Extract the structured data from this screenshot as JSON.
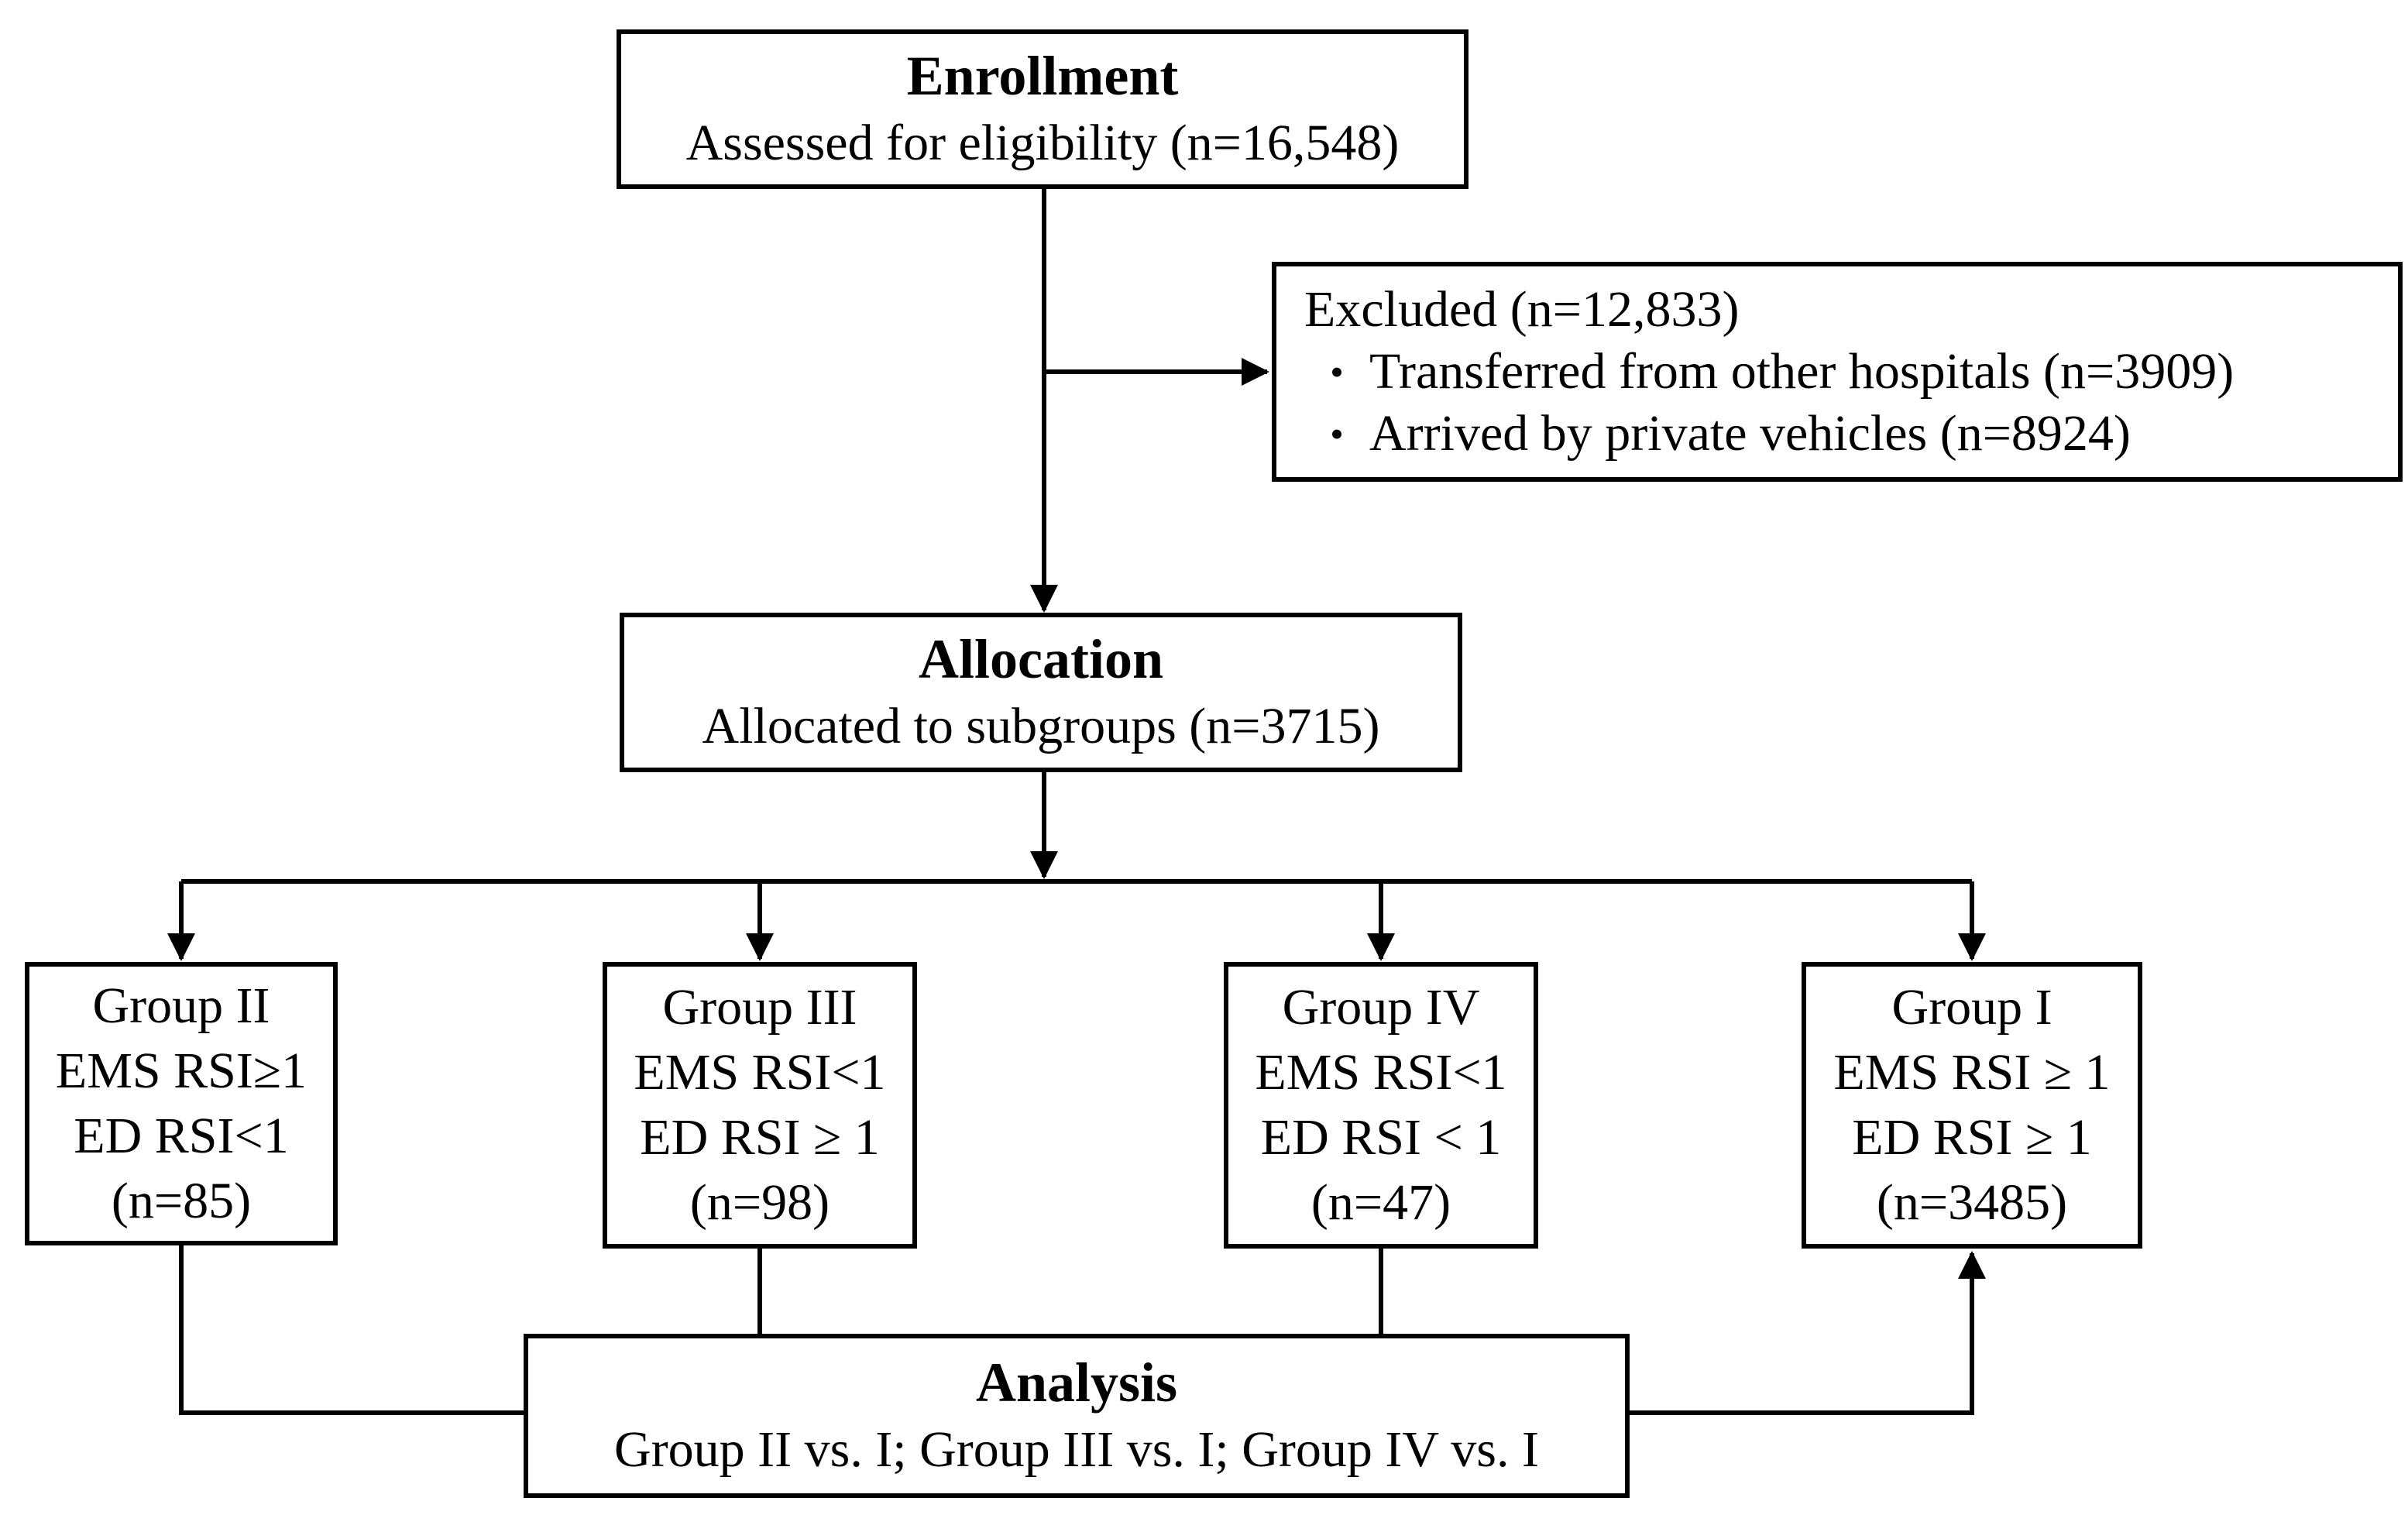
{
  "enrollment": {
    "title": "Enrollment",
    "text": "Assessed for eligibility (n=16,548)"
  },
  "excluded": {
    "title": "Excluded (n=12,833)",
    "items": [
      "Transferred from other hospitals (n=3909)",
      "Arrived by private vehicles (n=8924)"
    ]
  },
  "allocation": {
    "title": "Allocation",
    "text": "Allocated to subgroups (n=3715)"
  },
  "groups": [
    {
      "name": "Group II",
      "ems": "EMS RSI≥1",
      "ed": "ED RSI<1",
      "n": "(n=85)"
    },
    {
      "name": "Group III",
      "ems": "EMS RSI<1",
      "ed": "ED RSI ≥ 1",
      "n": "(n=98)"
    },
    {
      "name": "Group IV",
      "ems": "EMS RSI<1",
      "ed": "ED RSI < 1",
      "n": "(n=47)"
    },
    {
      "name": "Group I",
      "ems": "EMS RSI ≥ 1",
      "ed": "ED RSI ≥ 1",
      "n": "(n=3485)"
    }
  ],
  "analysis": {
    "title": "Analysis",
    "text": "Group II vs. I; Group III vs. I; Group IV vs. I"
  },
  "colors": {
    "line": "#000000",
    "background": "#ffffff"
  }
}
